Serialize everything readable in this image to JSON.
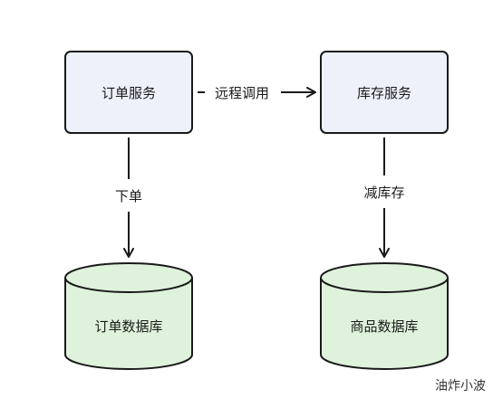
{
  "nodes": {
    "order_service": {
      "label": "订单服务"
    },
    "inventory_service": {
      "label": "库存服务"
    },
    "order_db": {
      "label": "订单数据库"
    },
    "product_db": {
      "label": "商品数据库"
    }
  },
  "edges": {
    "remote_call": {
      "label": "远程调用"
    },
    "place_order": {
      "label": "下单"
    },
    "deduct_stock": {
      "label": "减库存"
    }
  },
  "watermark": "油炸小波",
  "colors": {
    "service_fill": "#eef0fa",
    "database_fill": "#dff2dc",
    "stroke": "#1a1a1a"
  }
}
